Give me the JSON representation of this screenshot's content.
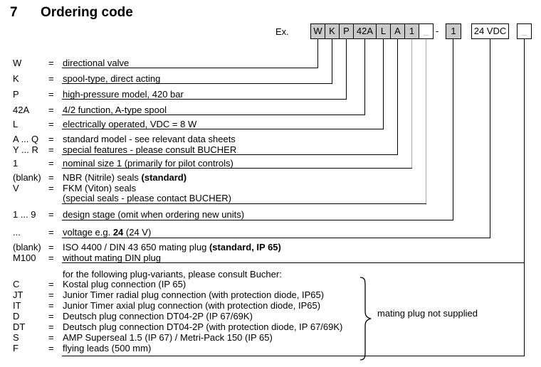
{
  "header": {
    "section_number": "7",
    "title": "Ordering code"
  },
  "example": {
    "label": "Ex.",
    "separator": "-"
  },
  "code_boxes": [
    {
      "text": "W"
    },
    {
      "text": "K"
    },
    {
      "text": "P"
    },
    {
      "text": "42A"
    },
    {
      "text": "L"
    },
    {
      "text": "A"
    },
    {
      "text": "1"
    },
    {
      "text": "_"
    },
    {
      "text": "1"
    },
    {
      "text": "24 VDC"
    },
    {
      "text": "_"
    }
  ],
  "rows": [
    {
      "label": "W",
      "eq": "=",
      "desc": "directional valve"
    },
    {
      "label": "K",
      "eq": "=",
      "desc": "spool-type, direct acting"
    },
    {
      "label": "P",
      "eq": "=",
      "desc": "high-pressure model, 420 bar"
    },
    {
      "label": "42A",
      "eq": "=",
      "desc": "4/2 function, A-type spool"
    },
    {
      "label": "L",
      "eq": "=",
      "desc": "electrically operated, VDC = 8 W"
    },
    {
      "label": "A ... Q",
      "eq": "=",
      "desc": "standard model - see relevant data sheets"
    },
    {
      "label": "Y ... R",
      "eq": "=",
      "desc": "special features - please consult BUCHER"
    },
    {
      "label": "1",
      "eq": "=",
      "desc": "nominal size 1 (primarily for pilot controls)"
    },
    {
      "label": "(blank)",
      "eq": "=",
      "desc": "NBR (Nitrile) seals ",
      "desc_bold": "(standard)"
    },
    {
      "label": "V",
      "eq": "=",
      "desc": "FKM (Viton) seals"
    },
    {
      "label": "",
      "eq": "",
      "desc": "(special seals - please contact BUCHER)"
    },
    {
      "label": "1 ... 9",
      "eq": "=",
      "desc": "design stage (omit when ordering new units)"
    },
    {
      "label": "...",
      "eq": "=",
      "desc": "voltage e.g. ",
      "desc_bold": "24",
      "desc_post": " (24 V)"
    },
    {
      "label": "(blank)",
      "eq": "=",
      "desc": "ISO 4400 / DIN 43 650 mating plug ",
      "desc_bold": "(standard, IP 65)"
    },
    {
      "label": "M100",
      "eq": "=",
      "desc": "without mating DIN plug"
    },
    {
      "label": "",
      "eq": "",
      "desc": "for the following plug-variants, please consult Bucher:"
    },
    {
      "label": "C",
      "eq": "=",
      "desc": "Kostal plug connection (IP 65)"
    },
    {
      "label": "JT",
      "eq": "=",
      "desc": "Junior Timer radial plug connection (with protection diode, IP65)"
    },
    {
      "label": "IT",
      "eq": "=",
      "desc": "Junior Timer axial plug connection (with protection diode, IP65)"
    },
    {
      "label": "D",
      "eq": "=",
      "desc": "Deutsch plug connection DT04-2P (IP 67/69K)"
    },
    {
      "label": "DT",
      "eq": "=",
      "desc": "Deutsch plug connection DT04-2P (with protection diode, IP 67/69K)"
    },
    {
      "label": "S",
      "eq": "=",
      "desc": "AMP Superseal 1.5 (IP 67) / Metri-Pack 150 (IP 65)"
    },
    {
      "label": "F",
      "eq": "=",
      "desc": "flying leads (500 mm)"
    }
  ],
  "brace_note": "mating plug not supplied",
  "colors": {
    "box_fill_grey": "#c9c9c9",
    "blank_char_grey": "#8f8f8f",
    "grey_connector": "#a8a8a8",
    "line_black": "#000000"
  }
}
